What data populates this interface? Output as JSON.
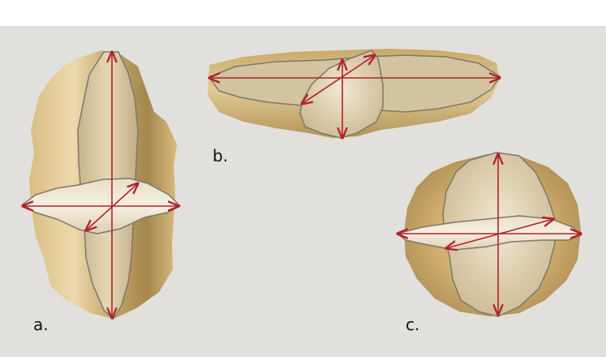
{
  "panels": [
    {
      "id": "a",
      "label": "a."
    },
    {
      "id": "b",
      "label": "b."
    },
    {
      "id": "c",
      "label": "c."
    }
  ],
  "colors": {
    "background": "#e2e0dc",
    "stone_outer": "#c9a96a",
    "stone_shadow": "#a88a4e",
    "stone_light": "#e8d9b0",
    "section_fill": "#d8c9a6",
    "section_center": "#f4ecdc",
    "outline": "#7d776c",
    "arrow": "#b0222a"
  }
}
